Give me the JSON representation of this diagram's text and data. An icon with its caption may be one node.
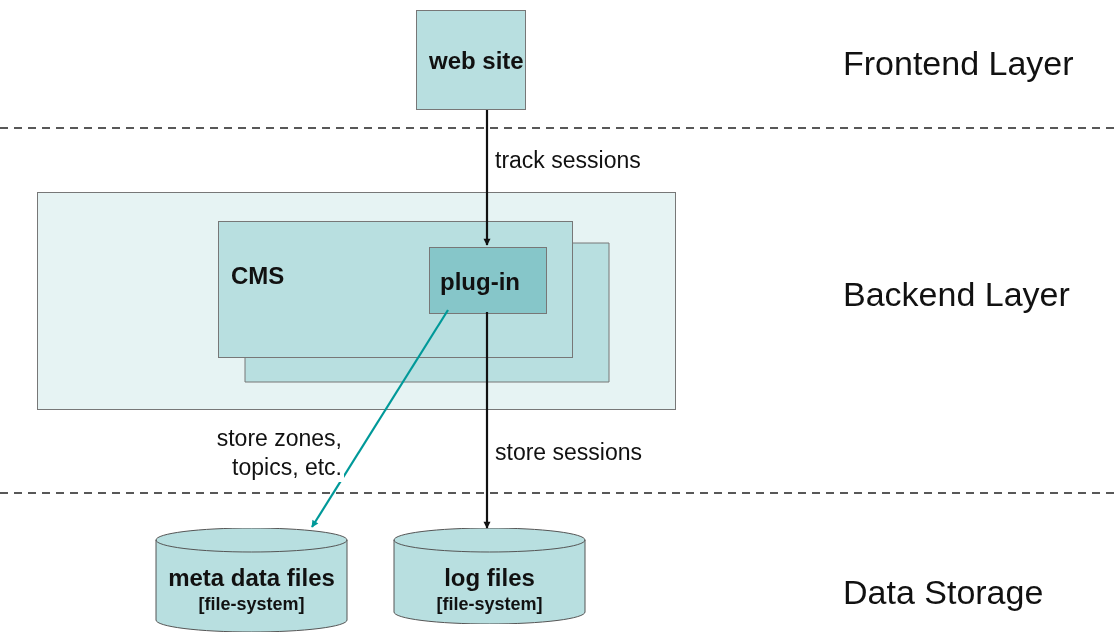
{
  "diagram": {
    "nodes": [
      {
        "text": [
          "web site"
        ]
      },
      {
        "text": [],
        "shape": "box"
      },
      {
        "text": [
          "CMS"
        ],
        "in": 1
      },
      {
        "text": [
          "plug-in"
        ],
        "in": 2
      },
      {
        "text": [
          "meta data files",
          "[file-system]"
        ]
      },
      {
        "text": [
          "log files",
          "[file-system]"
        ]
      }
    ],
    "edges": [
      {
        "from": 0,
        "to": 3,
        "arrow": "to",
        "label": "track sessions"
      },
      {
        "from": 3,
        "to": 5,
        "arrow": "to",
        "label": "store sessions"
      },
      {
        "from": 3,
        "to": 4,
        "arrow": "to",
        "label": "store zones, topics, etc.",
        "color": "#009999"
      }
    ],
    "labels": [
      "Frontend Layer",
      "Backend Layer",
      "Data Storage"
    ]
  }
}
